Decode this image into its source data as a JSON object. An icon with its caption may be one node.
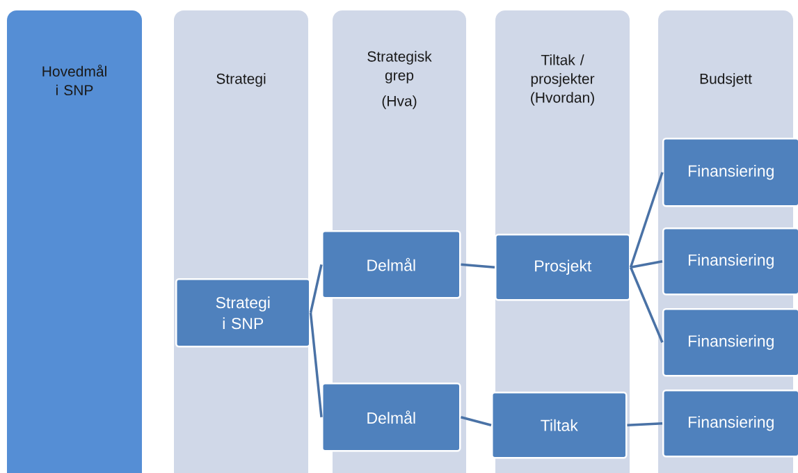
{
  "diagram": {
    "nodes": [
      {
        "text": [
          "Hovedmål i SNP"
        ]
      },
      {
        "text": [
          "Strategi"
        ]
      },
      {
        "text": [
          "Strategisk grep",
          "(Hva)"
        ]
      },
      {
        "text": [
          "Tiltak / prosjekter (Hvordan)"
        ]
      },
      {
        "text": [
          "Budsjett"
        ]
      },
      {
        "text": [
          "Strategi i SNP"
        ],
        "in": 1
      },
      {
        "text": [
          "Delmål"
        ],
        "in": 2
      },
      {
        "text": [
          "Delmål"
        ],
        "in": 2
      },
      {
        "text": [
          "Prosjekt"
        ],
        "in": 3
      },
      {
        "text": [
          "Tiltak"
        ],
        "in": 3
      },
      {
        "text": [
          "Finansiering"
        ],
        "in": 4
      },
      {
        "text": [
          "Finansiering"
        ],
        "in": 4
      },
      {
        "text": [
          "Finansiering"
        ],
        "in": 4
      },
      {
        "text": [
          "Finansiering"
        ],
        "in": 4
      }
    ],
    "edges": [
      {
        "from": 5,
        "to": 6,
        "arrow": "none"
      },
      {
        "from": 5,
        "to": 7,
        "arrow": "none"
      },
      {
        "from": 6,
        "to": 8,
        "arrow": "none"
      },
      {
        "from": 7,
        "to": 9,
        "arrow": "none"
      },
      {
        "from": 8,
        "to": 10,
        "arrow": "none"
      },
      {
        "from": 8,
        "to": 11,
        "arrow": "none"
      },
      {
        "from": 8,
        "to": 12,
        "arrow": "none"
      },
      {
        "from": 9,
        "to": 13,
        "arrow": "none"
      }
    ]
  }
}
